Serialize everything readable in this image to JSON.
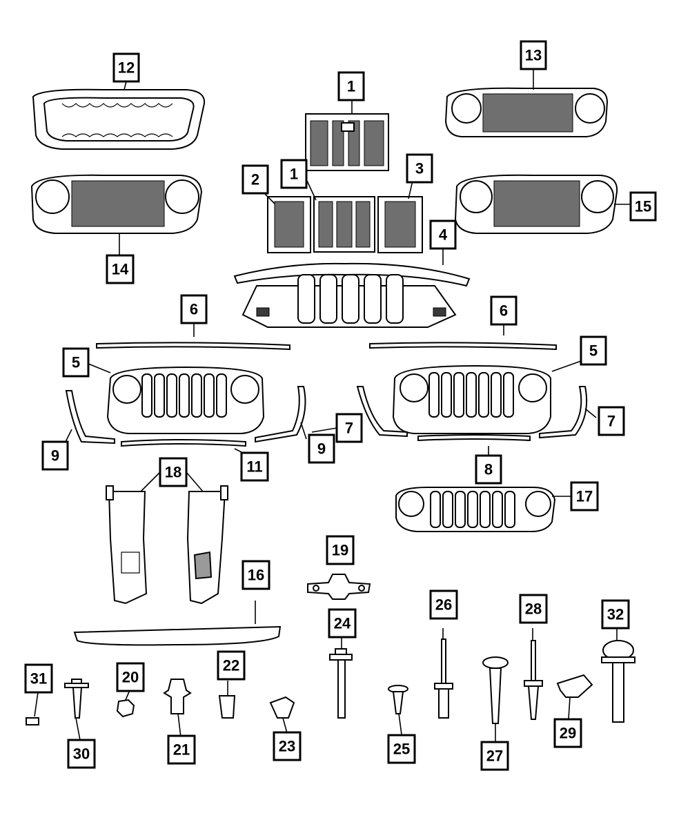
{
  "diagram": {
    "callouts": [
      {
        "id": "c12",
        "label": "12"
      },
      {
        "id": "c1a",
        "label": "1"
      },
      {
        "id": "c13",
        "label": "13"
      },
      {
        "id": "c2",
        "label": "2"
      },
      {
        "id": "c1b",
        "label": "1"
      },
      {
        "id": "c3",
        "label": "3"
      },
      {
        "id": "c14",
        "label": "14"
      },
      {
        "id": "c15",
        "label": "15"
      },
      {
        "id": "c4",
        "label": "4"
      },
      {
        "id": "c6a",
        "label": "6"
      },
      {
        "id": "c6b",
        "label": "6"
      },
      {
        "id": "c5a",
        "label": "5"
      },
      {
        "id": "c5b",
        "label": "5"
      },
      {
        "id": "c7a",
        "label": "7"
      },
      {
        "id": "c7b",
        "label": "7"
      },
      {
        "id": "c9a",
        "label": "9"
      },
      {
        "id": "c9b",
        "label": "9"
      },
      {
        "id": "c11",
        "label": "11"
      },
      {
        "id": "c8",
        "label": "8"
      },
      {
        "id": "c18",
        "label": "18"
      },
      {
        "id": "c17",
        "label": "17"
      },
      {
        "id": "c19",
        "label": "19"
      },
      {
        "id": "c16",
        "label": "16"
      },
      {
        "id": "c26",
        "label": "26"
      },
      {
        "id": "c28",
        "label": "28"
      },
      {
        "id": "c32",
        "label": "32"
      },
      {
        "id": "c24",
        "label": "24"
      },
      {
        "id": "c31",
        "label": "31"
      },
      {
        "id": "c20",
        "label": "20"
      },
      {
        "id": "c22",
        "label": "22"
      },
      {
        "id": "c30",
        "label": "30"
      },
      {
        "id": "c21",
        "label": "21"
      },
      {
        "id": "c23",
        "label": "23"
      },
      {
        "id": "c25",
        "label": "25"
      },
      {
        "id": "c27",
        "label": "27"
      },
      {
        "id": "c29",
        "label": "29"
      }
    ]
  }
}
